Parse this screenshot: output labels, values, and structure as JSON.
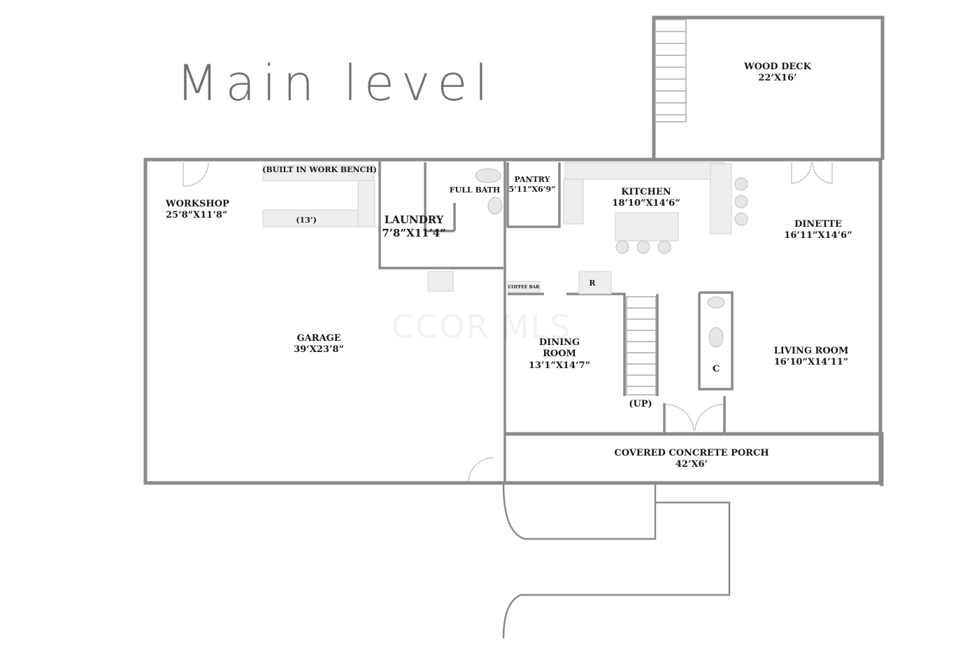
{
  "title": "Main level",
  "watermark": "CCOR MLS",
  "rooms": {
    "wood_deck": {
      "name": "WOOD DECK",
      "dims": "22’X16’"
    },
    "workshop": {
      "name": "WORKSHOP",
      "dims": "25’8”X11’8”"
    },
    "work_bench": {
      "name": "(BUILT IN WORK BENCH)",
      "length": "(13’)"
    },
    "laundry": {
      "name": "LAUNDRY",
      "dims": "7’8”X11’4”"
    },
    "full_bath": {
      "name": "FULL BATH"
    },
    "pantry": {
      "name": "PANTRY",
      "dims": "5’11”X6’9”"
    },
    "kitchen": {
      "name": "KITCHEN",
      "dims": "18’10”X14’6”"
    },
    "dinette": {
      "name": "DINETTE",
      "dims": "16’11”X14’6”"
    },
    "garage": {
      "name": "GARAGE",
      "dims": "39’X23’8”"
    },
    "dining_room": {
      "name_line1": "DINING",
      "name_line2": "ROOM",
      "dims": "13’1”X14’7”"
    },
    "living_room": {
      "name": "LIVING ROOM",
      "dims": "16’10”X14’11”"
    },
    "porch": {
      "name": "COVERED CONCRETE PORCH",
      "dims": "42’X6’"
    }
  },
  "fixtures": {
    "coffee_bar": "COFFEE BAR",
    "refrigerator": "R",
    "closet": "C",
    "stairs_up": "(UP)"
  }
}
